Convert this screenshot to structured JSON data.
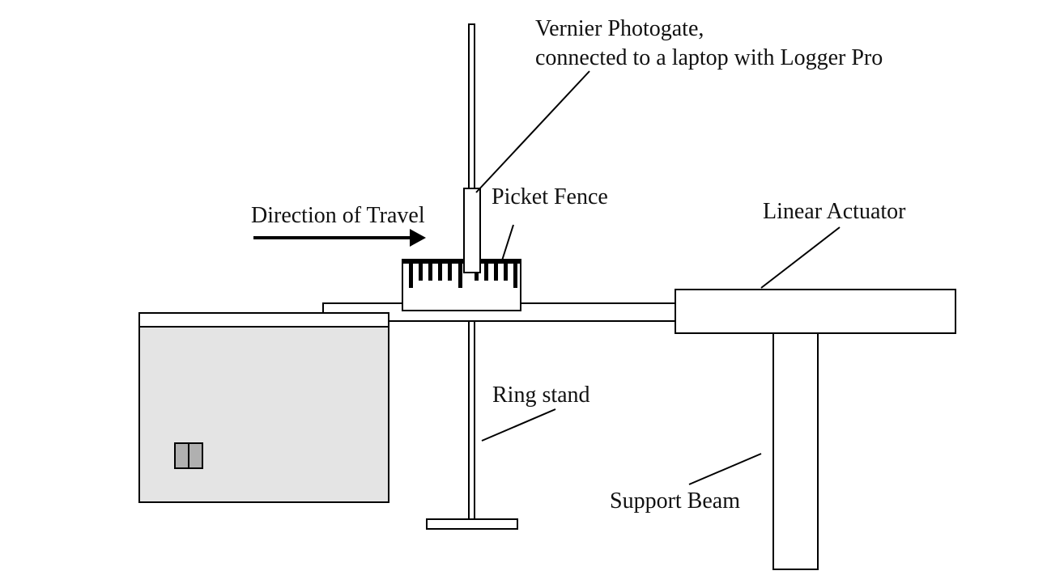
{
  "labels": {
    "photogate_line1": "Vernier Photogate,",
    "photogate_line2": "connected to a laptop with Logger Pro",
    "picket_fence": "Picket Fence",
    "direction": "Direction of Travel",
    "linear_actuator": "Linear Actuator",
    "ring_stand": "Ring stand",
    "support_beam": "Support Beam"
  },
  "colors": {
    "stroke": "#000000",
    "box_fill": "#e4e4e4",
    "button_fill": "#b0b0b0"
  }
}
